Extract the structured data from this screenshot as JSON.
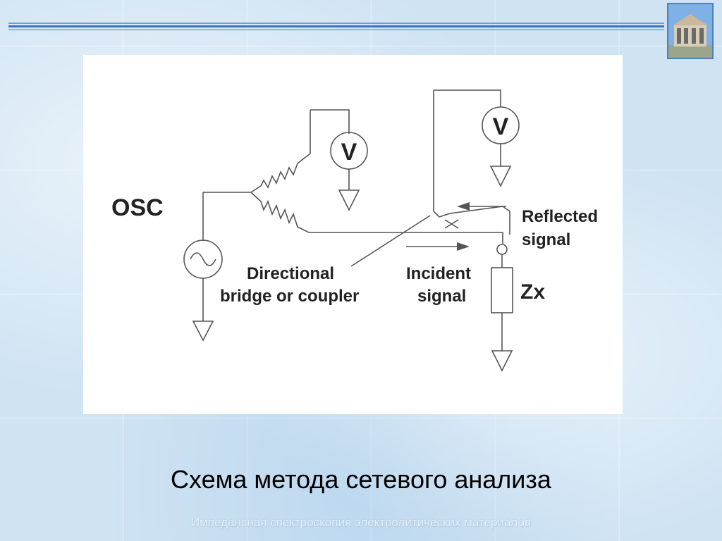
{
  "slide": {
    "caption": "Схема метода сетевого анализа",
    "footer": "Импедансная спектроскопия электролитических материалов"
  },
  "diagram": {
    "osc_label": "OSC",
    "voltmeter_label": "V",
    "directional_line1": "Directional",
    "directional_line2": "bridge or coupler",
    "incident_line1": "Incident",
    "incident_line2": "signal",
    "reflected_line1": "Reflected",
    "reflected_line2": "signal",
    "load_label": "Zx"
  },
  "colors": {
    "accent_rule": "#3d72b8",
    "background": "#cfe3f3",
    "line": "#555555"
  },
  "icons": [
    "building-logo-icon",
    "ground-symbol-icon",
    "ac-source-icon",
    "voltmeter-icon",
    "resistor-icon",
    "arrow-icon"
  ]
}
